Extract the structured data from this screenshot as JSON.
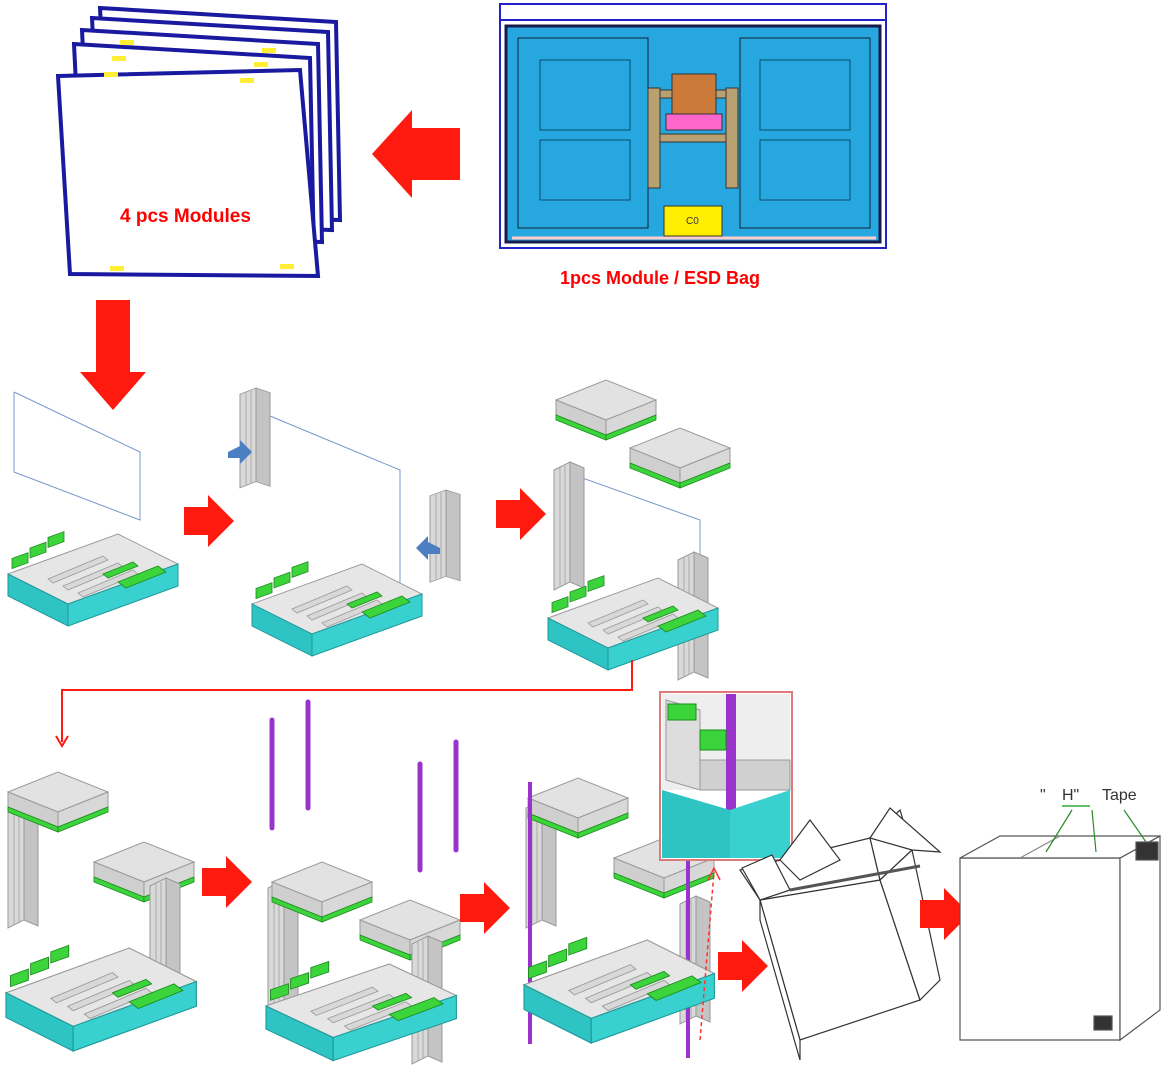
{
  "labels": {
    "stack": "4 pcs Modules",
    "bag": "1pcs Module / ESD Bag",
    "tape_quote1": "\"",
    "tape_h": "H\"",
    "tape_word": "Tape"
  },
  "colors": {
    "arrow": "#ff1a0f",
    "frame": "#1a1aa0",
    "module_blue": "#26a7df",
    "tray_teal": "#33cccc",
    "pad_green": "#33dd33",
    "pad_gray": "#cfcfcf",
    "rod_purple": "#9933cc",
    "label_red": "#ff0000"
  },
  "icons": {
    "flow_arrow": "arrow-icon",
    "carton": "carton-icon",
    "esd_symbol": "esd-warning-icon"
  }
}
